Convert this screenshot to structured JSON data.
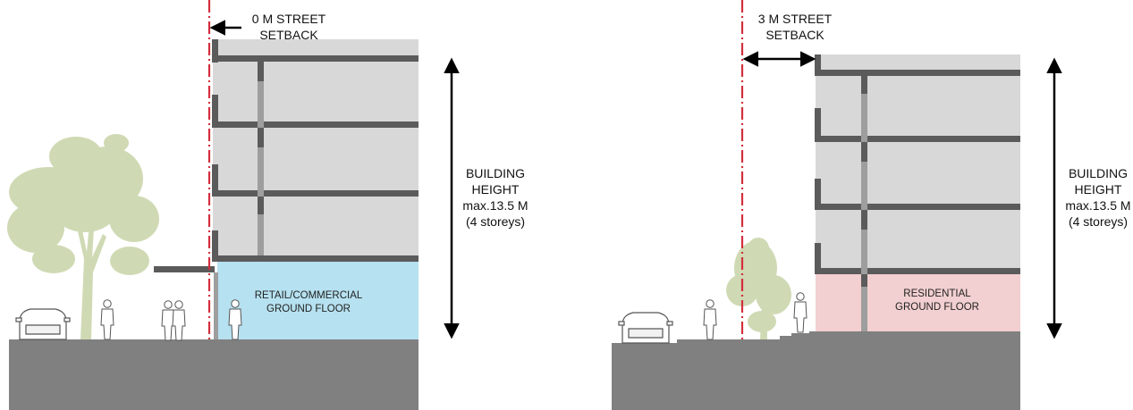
{
  "colors": {
    "ground": "#808080",
    "building": "#d8d8d8",
    "slab": "#5b5b5b",
    "column": "#9e9e9e",
    "retail": "#b6e1f0",
    "residential": "#f2cfd0",
    "setback_line": "#d32f3c",
    "tree": "#cfdab4",
    "figure": "#ffffff"
  },
  "left_panel": {
    "setback_label_1": "0 M STREET",
    "setback_label_2": "SETBACK",
    "ground_floor_label_1": "RETAIL/COMMERCIAL",
    "ground_floor_label_2": "GROUND FLOOR",
    "height_label_1": "BUILDING",
    "height_label_2": "HEIGHT",
    "height_label_3": "max.13.5 M",
    "height_label_4": "(4 storeys)"
  },
  "right_panel": {
    "setback_label_1": "3 M STREET",
    "setback_label_2": "SETBACK",
    "ground_floor_label_1": "RESIDENTIAL",
    "ground_floor_label_2": "GROUND FLOOR",
    "height_label_1": "BUILDING",
    "height_label_2": "HEIGHT",
    "height_label_3": "max.13.5 M",
    "height_label_4": "(4 storeys)"
  },
  "icons": [
    "car-icon",
    "person-icon",
    "tree-icon",
    "arrow-left-icon",
    "double-arrow-icon"
  ]
}
